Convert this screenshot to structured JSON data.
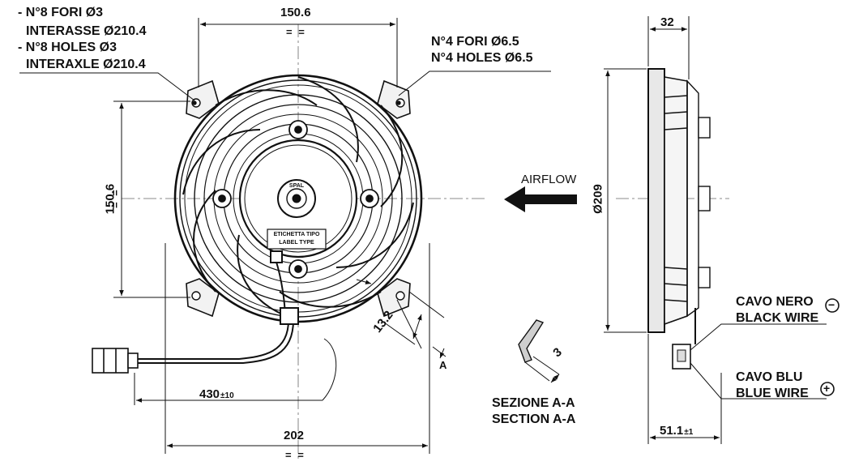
{
  "front_view": {
    "note_holes_3_it": "- N°8 FORI Ø3",
    "note_interasse_it": "INTERASSE Ø210.4",
    "note_holes_3_en": "- N°8 HOLES Ø3",
    "note_interaxle_en": "INTERAXLE Ø210.4",
    "note_holes_65_it": "N°4 FORI Ø6.5",
    "note_holes_65_en": "N°4 HOLES Ø6.5",
    "dim_top": "150.6",
    "dim_left": "150.6",
    "dim_bottom": "202",
    "dim_cable_length": "430",
    "dim_cable_tolerance": "±10",
    "dim_bracket": "13.2",
    "section_marker": "A",
    "equal_mark": "= =",
    "label_type_it": "ETICHETTA TIPO",
    "label_type_en": "LABEL TYPE",
    "hub_logo": "SPAL"
  },
  "airflow": {
    "label": "AIRFLOW"
  },
  "section_detail": {
    "dim_thickness": "3",
    "title_it": "SEZIONE A-A",
    "title_en": "SECTION A-A"
  },
  "side_view": {
    "dim_depth": "32",
    "dim_diameter": "Ø209",
    "dim_overall_depth": "51.1",
    "dim_overall_tolerance": "±1",
    "black_wire_it": "CAVO NERO",
    "black_wire_en": "BLACK WIRE",
    "black_wire_polarity": "−",
    "blue_wire_it": "CAVO BLU",
    "blue_wire_en": "BLUE WIRE",
    "blue_wire_polarity": "+"
  }
}
